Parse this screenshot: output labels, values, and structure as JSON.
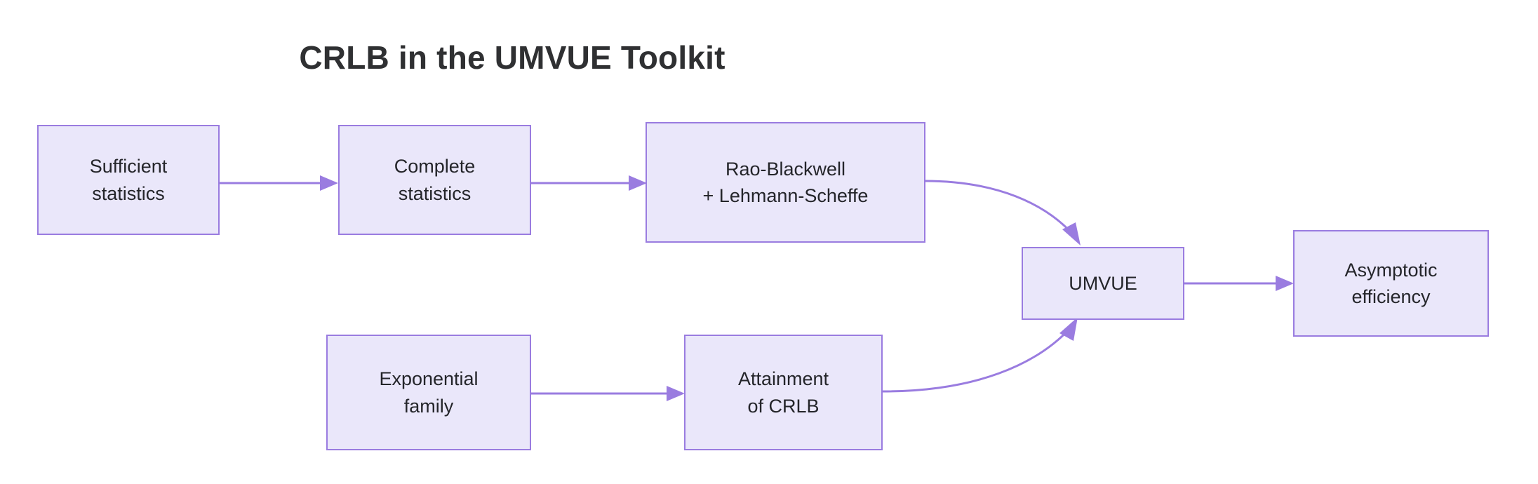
{
  "title": "CRLB in the UMVUE Toolkit",
  "theme": {
    "node_fill": "#eae7fa",
    "node_border": "#9a7ce0",
    "edge_color": "#9a7ce0",
    "text_color": "#24252a",
    "title_color": "#2f3032",
    "background": "#ffffff"
  },
  "chart_data": {
    "type": "diagram",
    "title": "CRLB in the UMVUE Toolkit",
    "orientation": "left-to-right flowchart",
    "nodes": [
      {
        "id": "sufficient",
        "lines": [
          "Sufficient",
          "statistics"
        ]
      },
      {
        "id": "complete",
        "lines": [
          "Complete",
          "statistics"
        ]
      },
      {
        "id": "raoblackwell",
        "lines": [
          "Rao-Blackwell",
          "+ Lehmann-Scheffe"
        ]
      },
      {
        "id": "umvue",
        "lines": [
          "UMVUE"
        ]
      },
      {
        "id": "asymptotic",
        "lines": [
          "Asymptotic",
          "efficiency"
        ]
      },
      {
        "id": "expfamily",
        "lines": [
          "Exponential",
          "family"
        ]
      },
      {
        "id": "attainment",
        "lines": [
          "Attainment",
          "of CRLB"
        ]
      }
    ],
    "edges": [
      {
        "from": "sufficient",
        "to": "complete",
        "style": "straight"
      },
      {
        "from": "complete",
        "to": "raoblackwell",
        "style": "straight"
      },
      {
        "from": "raoblackwell",
        "to": "umvue",
        "style": "curved"
      },
      {
        "from": "umvue",
        "to": "asymptotic",
        "style": "straight"
      },
      {
        "from": "expfamily",
        "to": "attainment",
        "style": "straight"
      },
      {
        "from": "attainment",
        "to": "umvue",
        "style": "curved"
      }
    ]
  }
}
